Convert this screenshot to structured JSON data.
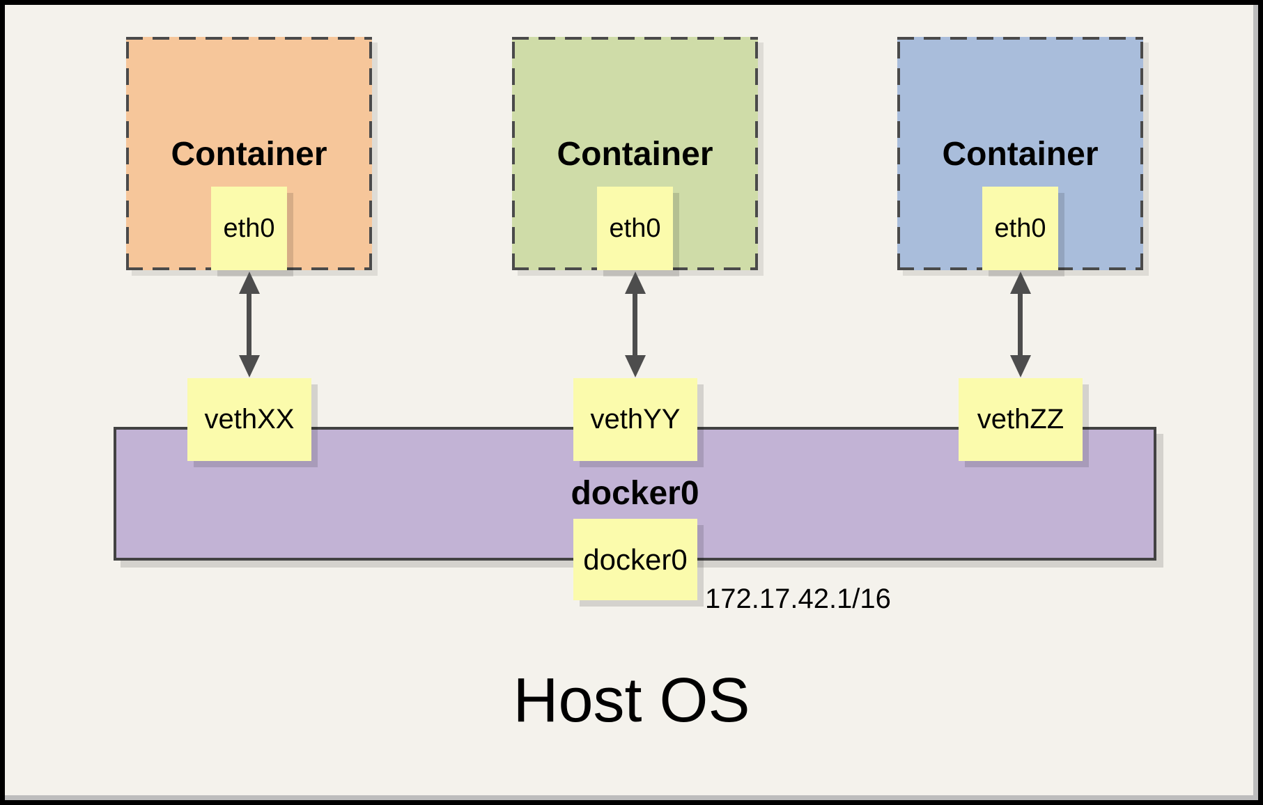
{
  "diagram": {
    "host_title": "Host OS",
    "containers": [
      {
        "label": "Container",
        "interface": "eth0",
        "veth": "vethXX",
        "fill": "#f6c69a"
      },
      {
        "label": "Container",
        "interface": "eth0",
        "veth": "vethYY",
        "fill": "#cfdca8"
      },
      {
        "label": "Container",
        "interface": "eth0",
        "veth": "vethZZ",
        "fill": "#a9bddb"
      }
    ],
    "bridge": {
      "label": "docker0",
      "interface_label": "docker0",
      "ip": "172.17.42.1/16",
      "fill": "#c2b3d5"
    },
    "colors": {
      "interface_fill": "#fbfbac",
      "background": "#f4f2ec",
      "arrow": "#4d4d4d"
    }
  }
}
